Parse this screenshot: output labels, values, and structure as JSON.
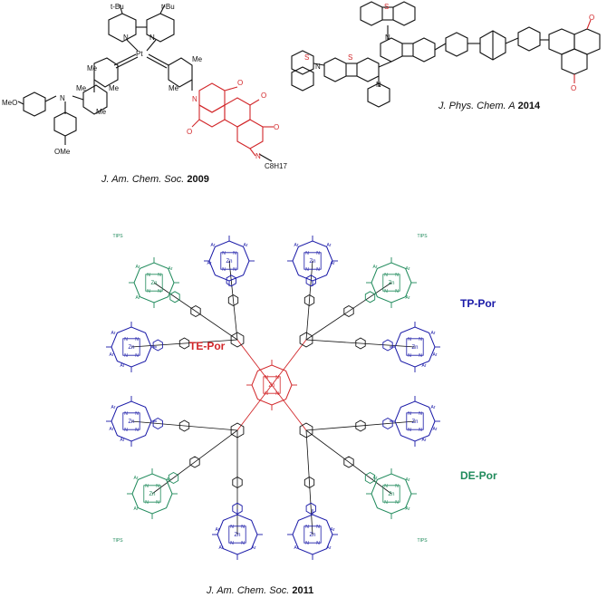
{
  "references": {
    "top_left": {
      "journal": "J. Am. Chem. Soc.",
      "year": "2009"
    },
    "top_right": {
      "journal": "J. Phys. Chem. A",
      "year": "2014"
    },
    "bottom": {
      "journal": "J. Am. Chem. Soc.",
      "year": "2011"
    }
  },
  "structure_labels": {
    "te_por": "TE-Por",
    "tp_por": "TP-Por",
    "de_por": "DE-Por"
  },
  "atom_text": {
    "t_bu": "t-Bu",
    "pt": "Pt",
    "n": "N",
    "s": "S",
    "o": "O",
    "me": "Me",
    "meo": "MeO",
    "ome": "OMe",
    "c8h17": "C8H17",
    "zn": "Zn",
    "ar": "Ar",
    "tips": "TIPS"
  },
  "colors": {
    "black": "#111111",
    "red": "#d2272a",
    "blue": "#1a1aa8",
    "green": "#1f8a5b",
    "te_label": "#d2272a",
    "tp_label": "#1a1aa8",
    "de_label": "#1f8a5b"
  }
}
